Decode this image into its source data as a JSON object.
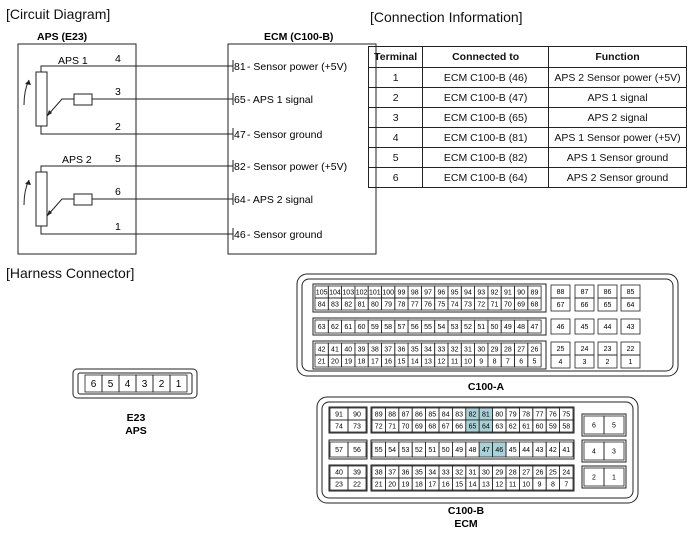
{
  "headings": {
    "circuit": "[Circuit Diagram]",
    "connection": "[Connection Information]",
    "harness": "[Harness Connector]"
  },
  "circuit": {
    "aps_box_title": "APS (E23)",
    "ecm_box_title": "ECM (C100-B)",
    "aps1_label": "APS 1",
    "aps2_label": "APS 2",
    "wires": [
      {
        "aps_pin": "4",
        "ecm_pin": "81",
        "ecm_label": "- Sensor power (+5V)"
      },
      {
        "aps_pin": "3",
        "ecm_pin": "65",
        "ecm_label": "- APS 1 signal"
      },
      {
        "aps_pin": "2",
        "ecm_pin": "47",
        "ecm_label": "- Sensor ground"
      },
      {
        "aps_pin": "5",
        "ecm_pin": "82",
        "ecm_label": "- Sensor power (+5V)"
      },
      {
        "aps_pin": "6",
        "ecm_pin": "64",
        "ecm_label": "- APS 2 signal"
      },
      {
        "aps_pin": "1",
        "ecm_pin": "46",
        "ecm_label": "- Sensor ground"
      }
    ]
  },
  "connection_table": {
    "headers": [
      "Terminal",
      "Connected to",
      "Function"
    ],
    "rows": [
      [
        "1",
        "ECM C100-B (46)",
        "APS 2 Sensor power (+5V)"
      ],
      [
        "2",
        "ECM C100-B (47)",
        "APS 1 signal"
      ],
      [
        "3",
        "ECM C100-B (65)",
        "APS 2 signal"
      ],
      [
        "4",
        "ECM C100-B (81)",
        "APS 1 Sensor power (+5V)"
      ],
      [
        "5",
        "ECM C100-B (82)",
        "APS 1 Sensor ground"
      ],
      [
        "6",
        "ECM C100-B (64)",
        "APS 2 Sensor ground"
      ]
    ]
  },
  "e23_connector": {
    "pins": [
      "6",
      "5",
      "4",
      "3",
      "2",
      "1"
    ],
    "label_line1": "E23",
    "label_line2": "APS"
  },
  "c100a": {
    "label": "C100-A",
    "row1": [
      "105",
      "104",
      "103",
      "102",
      "101",
      "100",
      "99",
      "98",
      "97",
      "96",
      "95",
      "94",
      "93",
      "92",
      "91",
      "90",
      "89"
    ],
    "row2": [
      "84",
      "83",
      "82",
      "81",
      "80",
      "79",
      "78",
      "77",
      "76",
      "75",
      "74",
      "73",
      "72",
      "71",
      "70",
      "69",
      "68"
    ],
    "row1_side": [
      "88",
      "87",
      "86",
      "85"
    ],
    "row2_side": [
      "67",
      "66",
      "65",
      "64"
    ],
    "row3": [
      "63",
      "62",
      "61",
      "60",
      "59",
      "58",
      "57",
      "56",
      "55",
      "54",
      "53",
      "52",
      "51",
      "50",
      "49",
      "48",
      "47"
    ],
    "row3_side": [
      "46",
      "45",
      "44",
      "43"
    ],
    "row4": [
      "42",
      "41",
      "40",
      "39",
      "38",
      "37",
      "36",
      "35",
      "34",
      "33",
      "32",
      "31",
      "30",
      "29",
      "28",
      "27",
      "26"
    ],
    "row5": [
      "21",
      "20",
      "19",
      "18",
      "17",
      "16",
      "15",
      "14",
      "13",
      "12",
      "11",
      "10",
      "9",
      "8",
      "7",
      "6",
      "5"
    ],
    "row4_side": [
      "25",
      "24",
      "23",
      "22"
    ],
    "row5_side": [
      "4",
      "3",
      "2",
      "1"
    ]
  },
  "c100b": {
    "label_line1": "C100-B",
    "label_line2": "ECM",
    "highlight_color": "#a9d2d8",
    "highlighted_pins": [
      "82",
      "81",
      "65",
      "64",
      "47",
      "46"
    ],
    "left_r1": [
      "91",
      "90"
    ],
    "left_r2": [
      "74",
      "73"
    ],
    "main_r1": [
      "89",
      "88",
      "87",
      "86",
      "85",
      "84",
      "83",
      "82",
      "81",
      "80",
      "79",
      "78",
      "77",
      "76",
      "75"
    ],
    "main_r2": [
      "72",
      "71",
      "70",
      "69",
      "68",
      "67",
      "66",
      "65",
      "64",
      "63",
      "62",
      "61",
      "60",
      "59",
      "58"
    ],
    "left_r3": [
      "57",
      "56"
    ],
    "main_r3": [
      "55",
      "54",
      "53",
      "52",
      "51",
      "50",
      "49",
      "48",
      "47",
      "46",
      "45",
      "44",
      "43",
      "42",
      "41"
    ],
    "left_r4": [
      "40",
      "39"
    ],
    "left_r5": [
      "23",
      "22"
    ],
    "main_r4": [
      "38",
      "37",
      "36",
      "35",
      "34",
      "33",
      "32",
      "31",
      "30",
      "29",
      "28",
      "27",
      "26",
      "25",
      "24"
    ],
    "main_r5": [
      "21",
      "20",
      "19",
      "18",
      "17",
      "16",
      "15",
      "14",
      "13",
      "12",
      "11",
      "10",
      "9",
      "8",
      "7"
    ],
    "right_pairs": [
      [
        "6",
        "5"
      ],
      [
        "4",
        "3"
      ],
      [
        "2",
        "1"
      ]
    ]
  }
}
